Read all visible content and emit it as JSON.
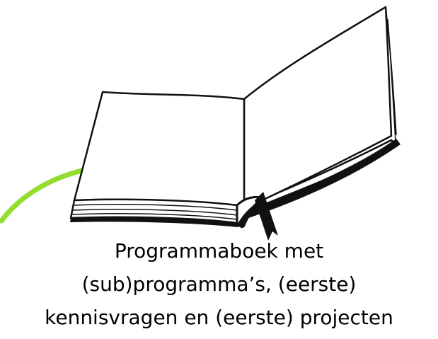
{
  "caption": {
    "line1": "Programmaboek met",
    "line2": "(sub)programma’s, (eerste)",
    "line3": "kennisvragen en (eerste) projecten"
  },
  "icons": {
    "book": "open-book-icon",
    "bookmark": "bookmark-ribbon-icon",
    "arrow": "curved-arrow-icon"
  },
  "colors": {
    "arrow": "#92dd2e",
    "line": "#111111",
    "page": "#ffffff"
  }
}
